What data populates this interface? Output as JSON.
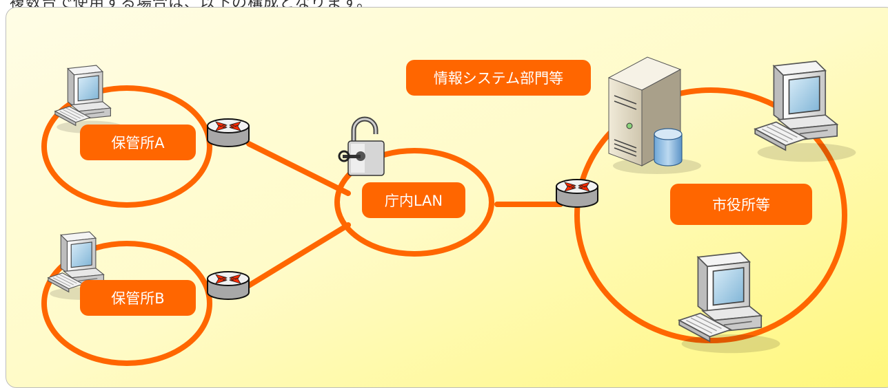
{
  "intro_text": "複数台で使用する場合は、以下の構成となります。",
  "colors": {
    "accent": "#ff6600",
    "panel_top": "#fffde6",
    "panel_bottom": "#fff77a"
  },
  "labels": {
    "hokensho_a": "保管所A",
    "hokensho_b": "保管所B",
    "chonai_lan": "庁内LAN",
    "johosystem": "情報システム部門等",
    "shiyakusho": "市役所等"
  },
  "icons": {
    "pc": "desktop-computer-icon",
    "router": "router-icon",
    "server": "server-icon",
    "database": "database-icon",
    "lock": "padlock-key-icon"
  }
}
